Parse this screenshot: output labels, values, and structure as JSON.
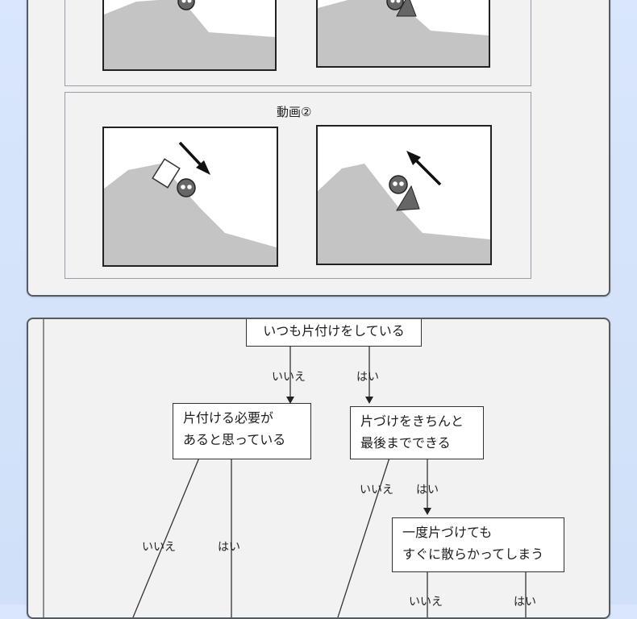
{
  "top_panel": {
    "caption": "動画②"
  },
  "flowchart": {
    "root": "いつも片付けをしている",
    "no1": "いいえ",
    "yes1": "はい",
    "left_box": [
      "片付ける必要が",
      "あると思っている"
    ],
    "right_box": [
      "片づけをきちんと",
      "最後までできる"
    ],
    "no_left": "いいえ",
    "yes_left": "はい",
    "no_right": "いいえ",
    "yes_right": "はい",
    "bottom_box": [
      "一度片づけても",
      "すぐに散らかってしまう"
    ],
    "no_bottom": "いいえ",
    "yes_bottom": "はい"
  }
}
